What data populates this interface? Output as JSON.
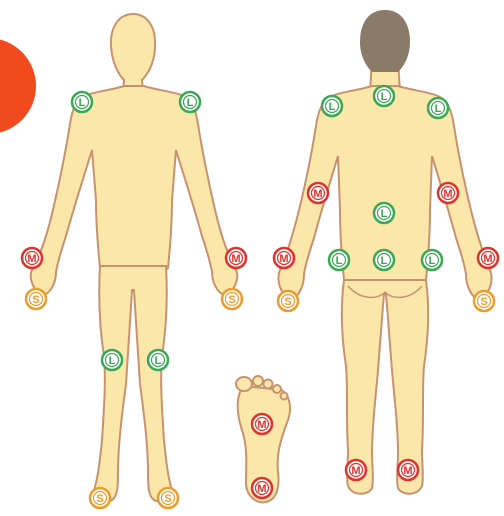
{
  "colors": {
    "skin": "#fbe7a9",
    "outline": "#c8926f",
    "hair": "#8b7a68",
    "corner_circle": "#f04a1e",
    "background": "#ffffff",
    "L": "#3aa854",
    "M": "#e0322b",
    "S": "#ee9b2a"
  },
  "marker_labels": {
    "L": "L",
    "M": "M",
    "S": "S"
  },
  "figures": {
    "front": {
      "markers": [
        {
          "id": "front-left-shoulder",
          "type": "L"
        },
        {
          "id": "front-right-shoulder",
          "type": "L"
        },
        {
          "id": "front-left-hand",
          "type": "M"
        },
        {
          "id": "front-right-hand",
          "type": "M"
        },
        {
          "id": "front-left-fingertips",
          "type": "S"
        },
        {
          "id": "front-right-fingertips",
          "type": "S"
        },
        {
          "id": "front-left-knee",
          "type": "L"
        },
        {
          "id": "front-right-knee",
          "type": "L"
        },
        {
          "id": "front-left-toes",
          "type": "S"
        },
        {
          "id": "front-right-toes",
          "type": "S"
        }
      ]
    },
    "back": {
      "markers": [
        {
          "id": "back-neck",
          "type": "L"
        },
        {
          "id": "back-left-shoulder",
          "type": "L"
        },
        {
          "id": "back-right-shoulder",
          "type": "L"
        },
        {
          "id": "back-left-elbow",
          "type": "M"
        },
        {
          "id": "back-right-elbow",
          "type": "M"
        },
        {
          "id": "back-mid-spine",
          "type": "L"
        },
        {
          "id": "back-lower-left",
          "type": "L"
        },
        {
          "id": "back-lower-center",
          "type": "L"
        },
        {
          "id": "back-lower-right",
          "type": "L"
        },
        {
          "id": "back-left-hand",
          "type": "M"
        },
        {
          "id": "back-right-hand",
          "type": "M"
        },
        {
          "id": "back-left-fingertips",
          "type": "S"
        },
        {
          "id": "back-right-fingertips",
          "type": "S"
        },
        {
          "id": "back-left-heel",
          "type": "M"
        },
        {
          "id": "back-right-heel",
          "type": "M"
        }
      ]
    },
    "foot": {
      "markers": [
        {
          "id": "foot-ball",
          "type": "M"
        },
        {
          "id": "foot-heel",
          "type": "M"
        }
      ]
    }
  }
}
